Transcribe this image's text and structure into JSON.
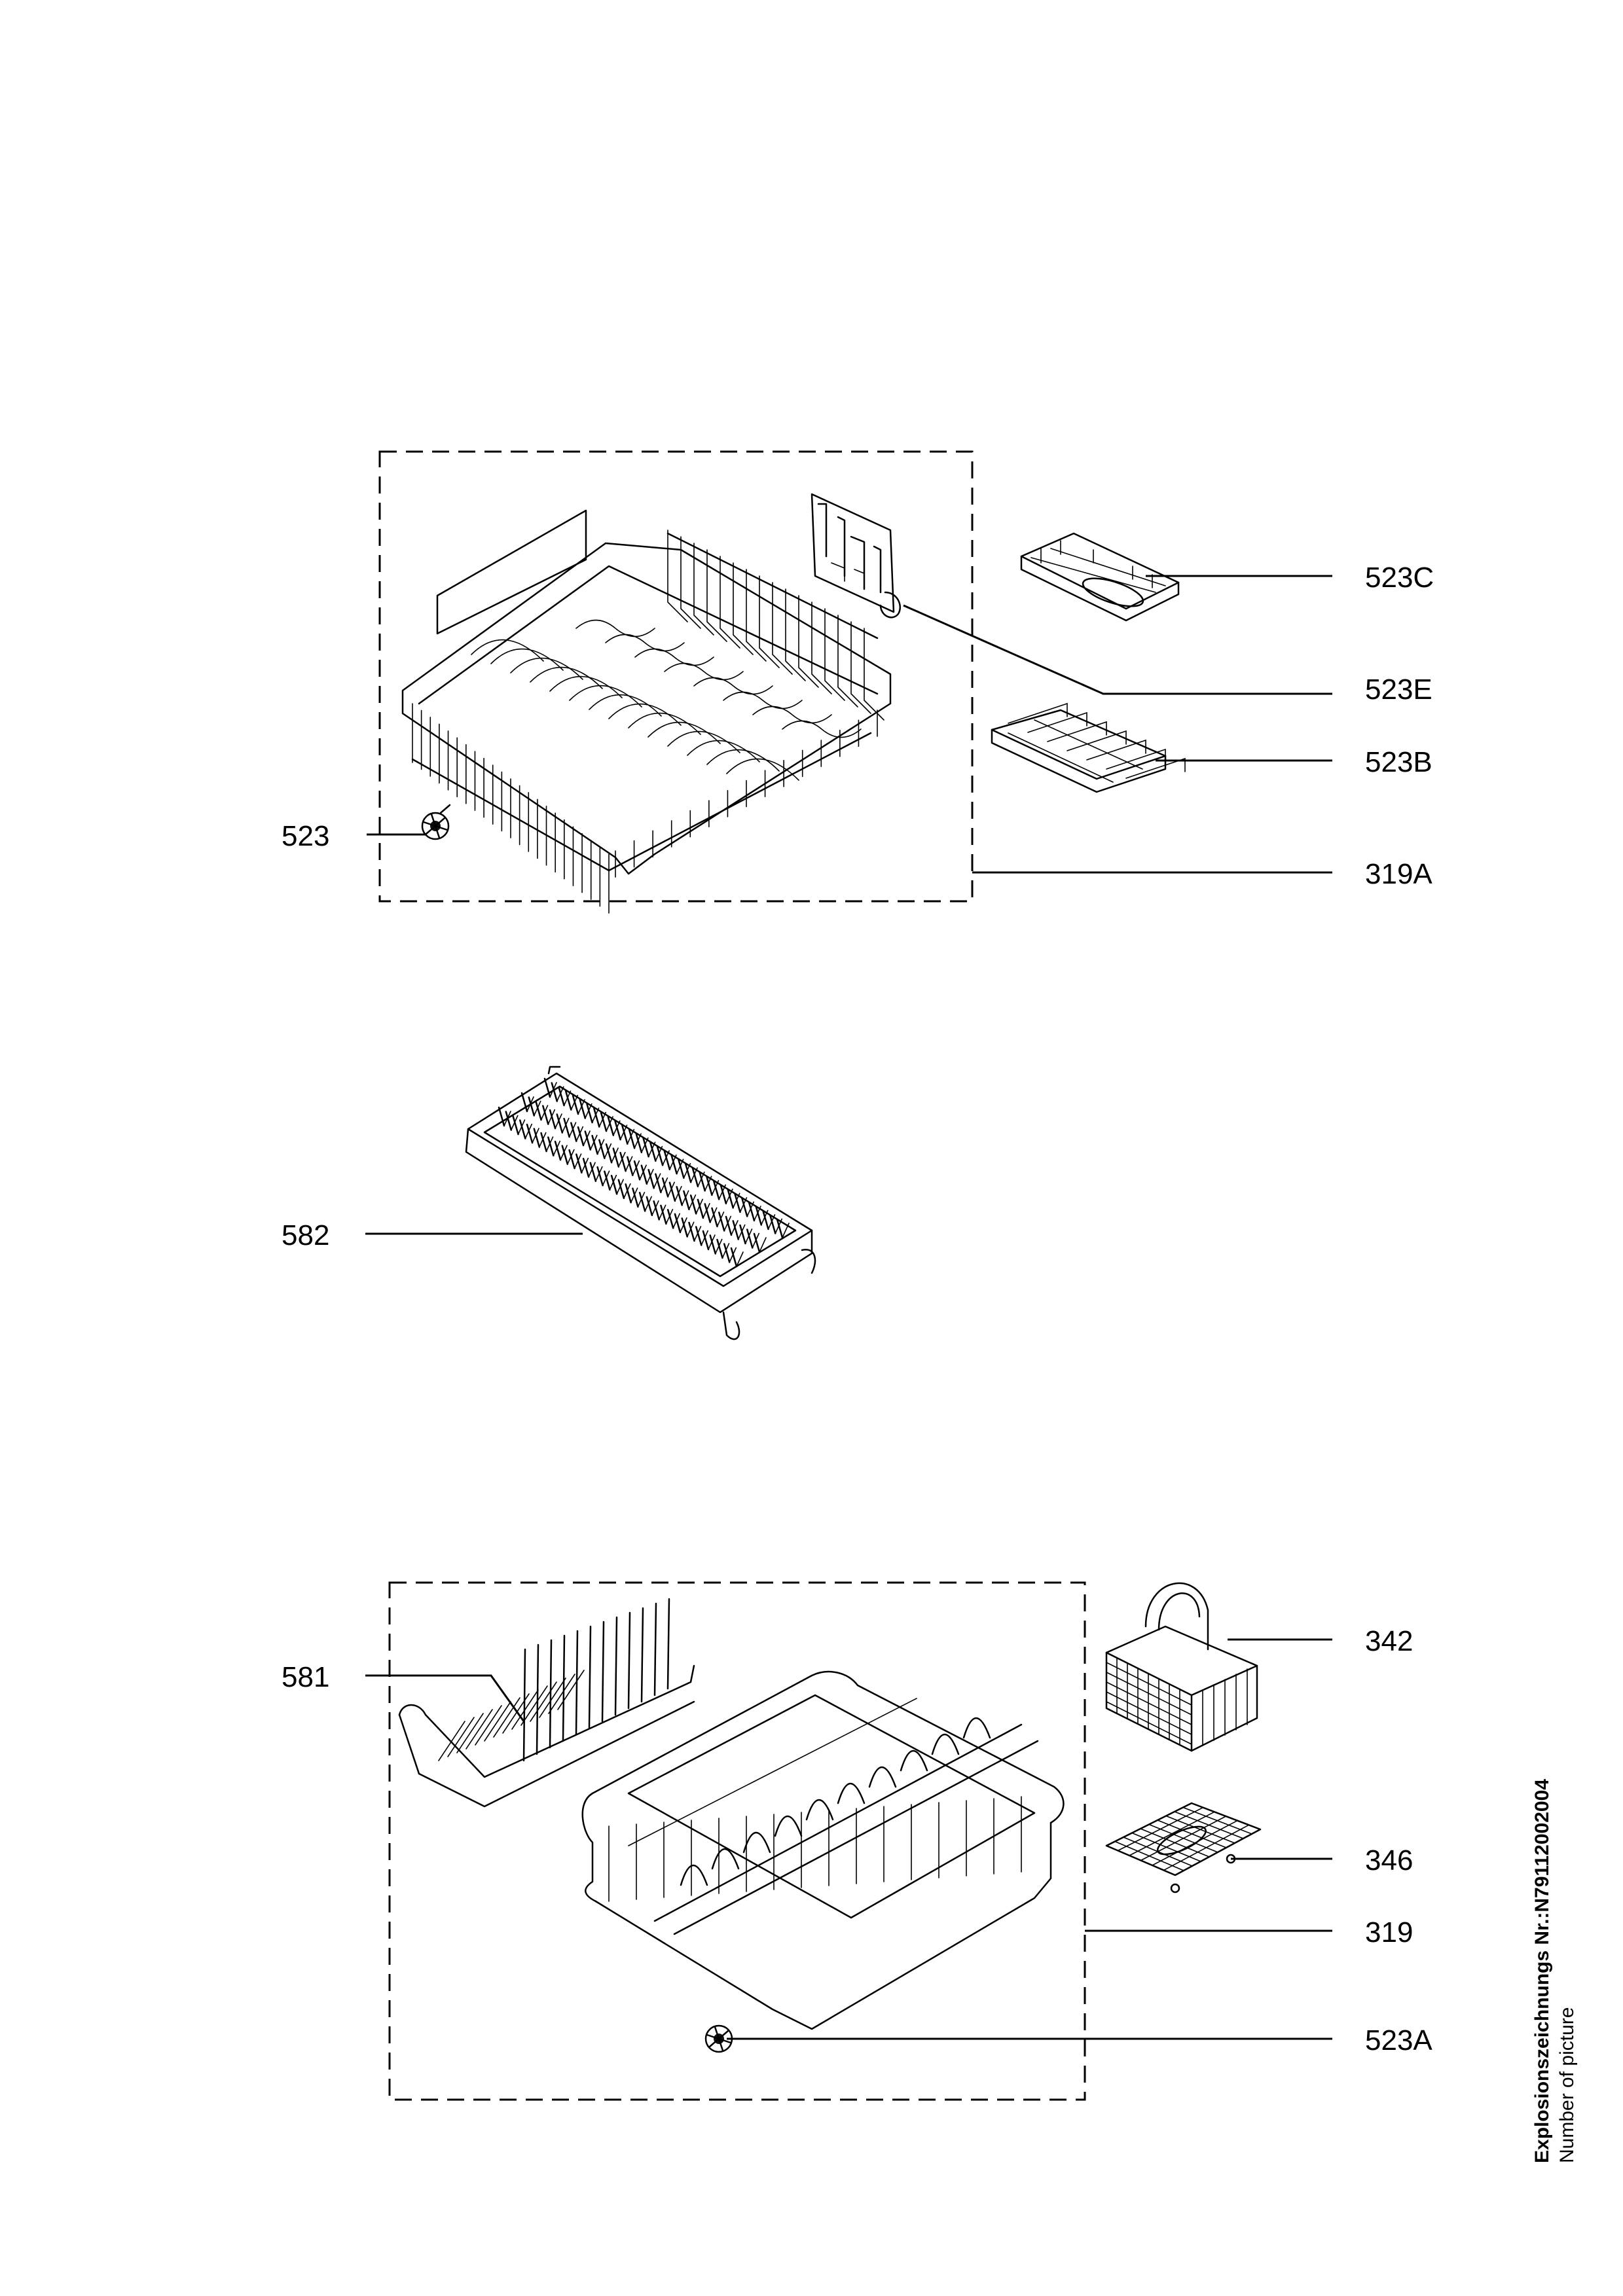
{
  "labels": {
    "l523C": "523C",
    "l523E": "523E",
    "l523B": "523B",
    "l523": "523",
    "l319A": "319A",
    "l582": "582",
    "l342": "342",
    "l581": "581",
    "l346": "346",
    "l319": "319",
    "l523A": "523A"
  },
  "side_text": {
    "line1": "Explosionszeichnungs Nr.:N7911200200​4",
    "line2": "Number of picture"
  }
}
